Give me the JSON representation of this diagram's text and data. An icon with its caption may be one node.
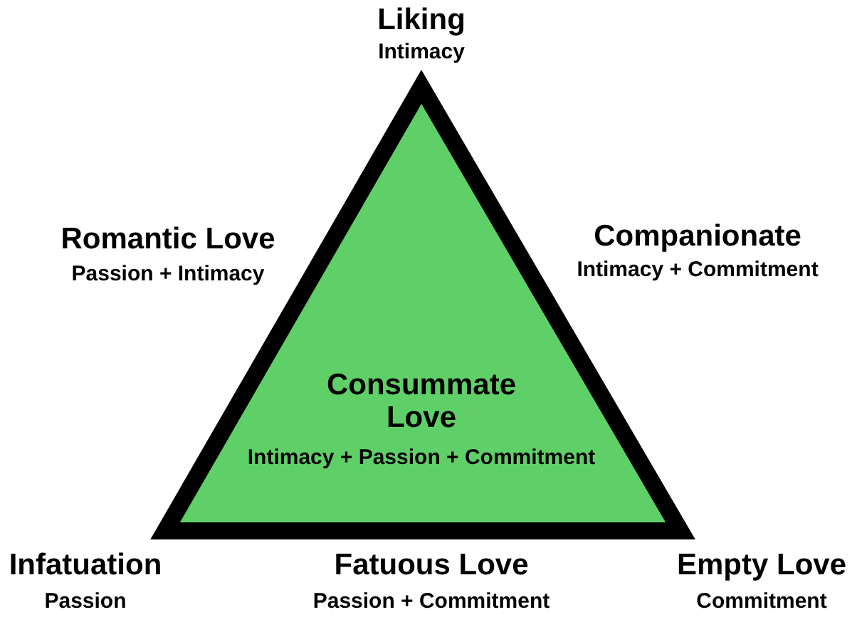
{
  "diagram": {
    "nodes": [
      {
        "text": [
          "Consummate Love",
          "Intimacy + Passion + Commitment"
        ]
      }
    ],
    "edges": [],
    "labels": [
      "Liking",
      "Intimacy",
      "Romantic Love",
      "Passion + Intimacy",
      "Companionate",
      "Intimacy + Commitment",
      "Infatuation",
      "Passion",
      "Fatuous Love",
      "Passion + Commitment",
      "Empty Love",
      "Commitment"
    ]
  }
}
